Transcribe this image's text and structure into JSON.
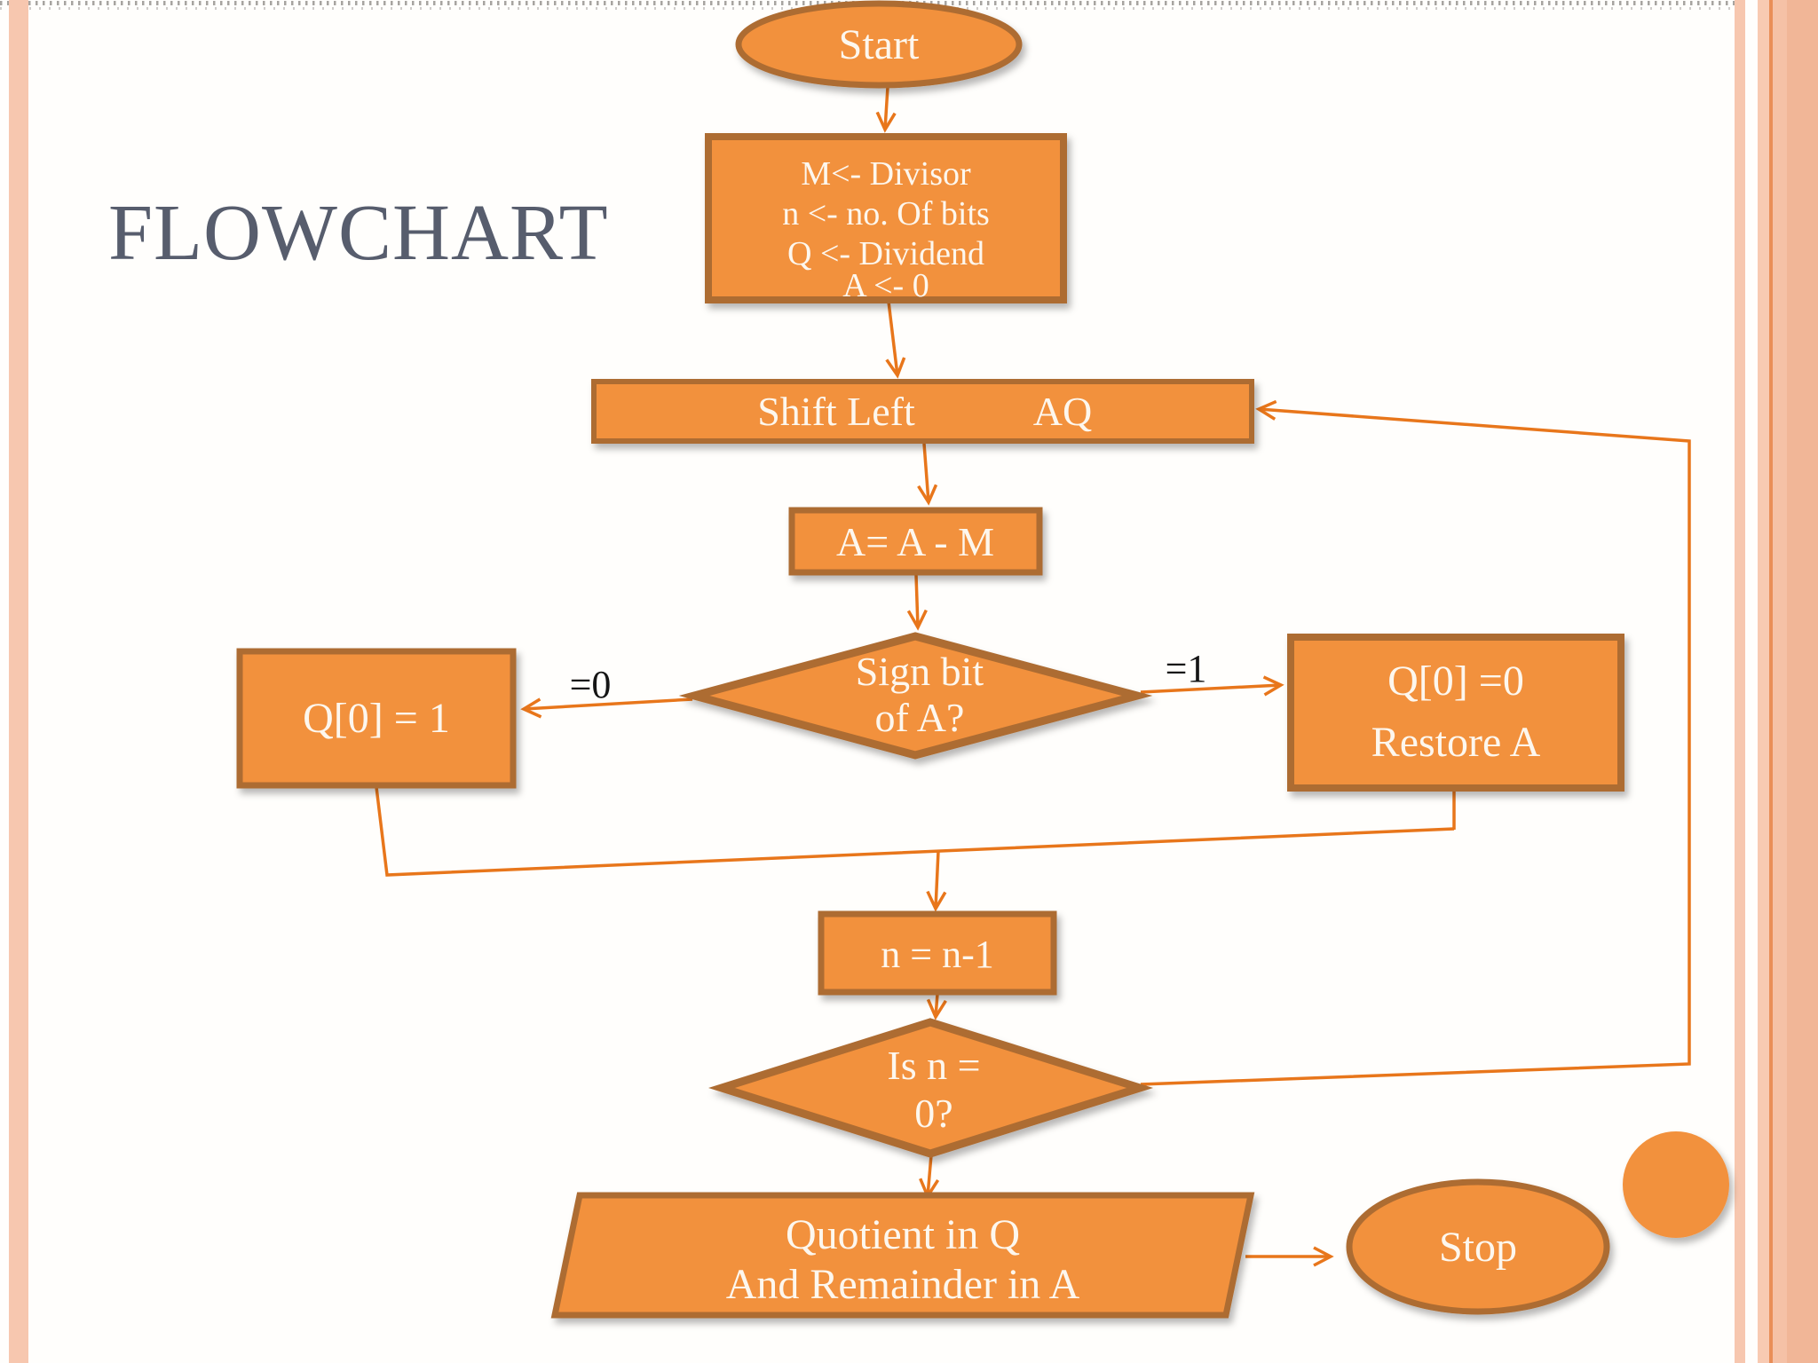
{
  "slide": {
    "title": "FLOWCHART"
  },
  "colors": {
    "shape_fill": "#F2913D",
    "shape_border": "#AD6C33",
    "connector": "#E8761B",
    "text_on_shape": "#FDF7EE",
    "decision_label": "#151515",
    "title_text": "#575D6D",
    "border_stripe": "#F7C7AF",
    "border_accent": "#E98E58"
  },
  "flowchart": {
    "start": {
      "label": "Start"
    },
    "init": {
      "lines": [
        "M<- Divisor",
        "n <- no. Of bits",
        "Q <- Dividend",
        "A <- 0"
      ]
    },
    "shift_left": {
      "label": "Shift Left",
      "register": "AQ"
    },
    "subtract": {
      "label": "A= A - M"
    },
    "sign_decision": {
      "line1": "Sign bit",
      "line2": "of A?"
    },
    "branch_eq0": {
      "label": "=0"
    },
    "branch_eq1": {
      "label": "=1"
    },
    "set_q": {
      "label": "Q[0] = 1"
    },
    "restore": {
      "line1": "Q[0] =0",
      "line2": "Restore A"
    },
    "decrement": {
      "label": "n = n-1"
    },
    "loop_decision": {
      "line1": "Is n =",
      "line2": "0?"
    },
    "result": {
      "line1": "Quotient in Q",
      "line2": "And Remainder in A"
    },
    "stop": {
      "label": "Stop"
    }
  }
}
